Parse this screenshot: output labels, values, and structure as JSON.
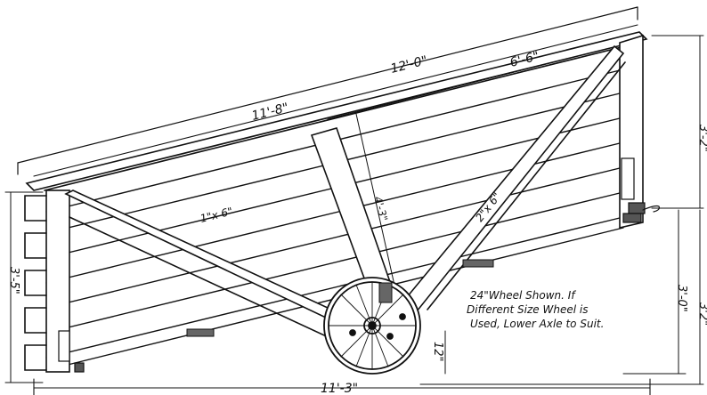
{
  "drawing": {
    "dimensions": {
      "top_overall": "12'-0\"",
      "top_inner": "11'-8\"",
      "brace_span": "6'-6\"",
      "right_height": "3'-2\"",
      "left_height": "3'-5\"",
      "lower_right_a": "3'-0\"",
      "lower_right_b": "3'2\"",
      "bottom_length": "11'-3\"",
      "upright_length": "4'-3\"",
      "axle_drop": "12\""
    },
    "material_labels": {
      "boards": "1\"x 6\"",
      "brace": "2\"x 6\""
    },
    "note": [
      "24\"Wheel Shown. If",
      "Different Size Wheel is",
      "Used, Lower Axle to Suit."
    ]
  }
}
